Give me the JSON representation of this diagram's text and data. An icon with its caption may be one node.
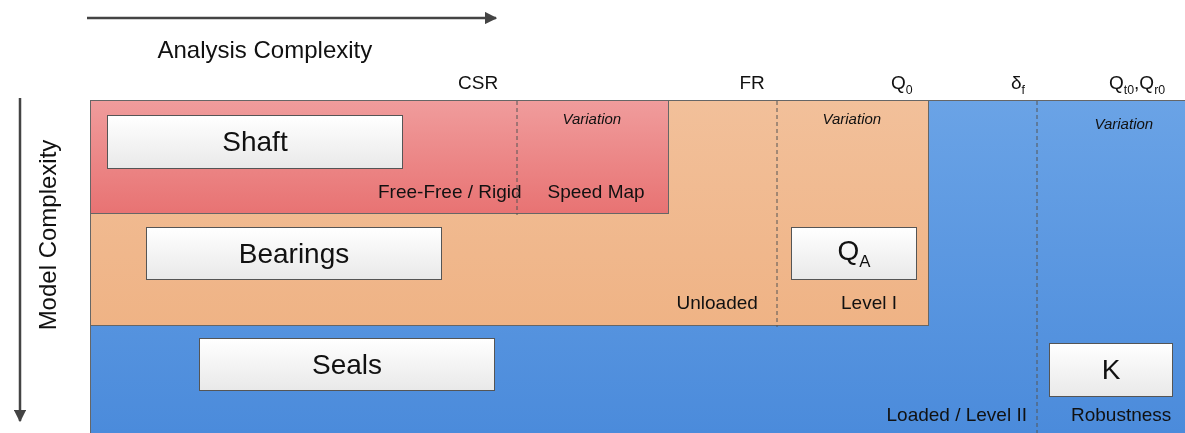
{
  "diagram": {
    "nodes": [
      {
        "text": [
          "Variation",
          "Loaded / Level II",
          "Robustness"
        ]
      },
      {
        "text": [
          "Variation",
          "Unloaded",
          "Level I"
        ],
        "in": 0
      },
      {
        "text": [
          "Variation",
          "Free-Free / Rigid",
          "Speed Map"
        ],
        "in": 1
      },
      {
        "text": [
          "Shaft"
        ],
        "in": 2
      },
      {
        "text": [
          "Bearings"
        ],
        "in": 1
      },
      {
        "text": [
          "Q$_{A}$"
        ],
        "in": 1
      },
      {
        "text": [
          "Seals"
        ],
        "in": 0
      },
      {
        "text": [
          "K"
        ],
        "in": 0
      }
    ],
    "labels": [
      "Analysis Complexity",
      "Model Complexity",
      "CSR",
      "FR",
      "Q$_{0}$",
      "δ$_{f}$",
      "Q$_{t0}$,Q$_{r0}$"
    ]
  }
}
